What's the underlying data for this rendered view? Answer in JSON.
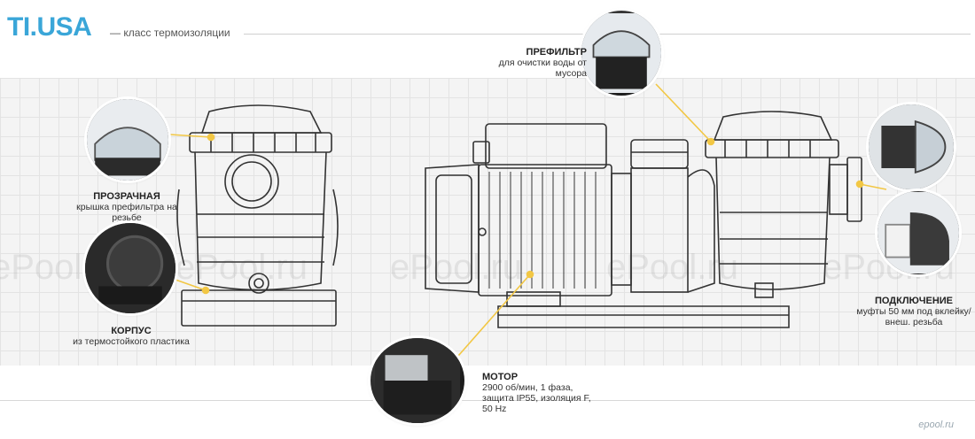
{
  "header": {
    "brand": "TI.USA",
    "subtitle": "— класс термоизоляции"
  },
  "watermark": {
    "texts": [
      "ePool.ru",
      "ePool.ru",
      "ePool.ru",
      "ePool.ru",
      "ePool.ru"
    ],
    "corner": "epool.ru"
  },
  "callouts": {
    "prefilter": {
      "title": "ПРЕФИЛЬТР",
      "desc_1": "для очистки воды от",
      "desc_2": "мусора"
    },
    "lid": {
      "title": "ПРОЗРАЧНАЯ",
      "desc_1": "крышка префильтра на",
      "desc_2": "резьбе"
    },
    "body": {
      "title": "КОРПУС",
      "desc_1": "из термостойкого пластика"
    },
    "connection": {
      "title": "ПОДКЛЮЧЕНИЕ",
      "desc_1": "муфты 50 мм под вклейку/",
      "desc_2": "внеш. резьба"
    },
    "motor": {
      "title": "МОТОР",
      "desc_1": "2900 об/мин, 1 фаза,",
      "desc_2": "защита IP55, изоляция F,",
      "desc_3": "50 Hz"
    }
  },
  "colors": {
    "brand": "#3aa6d8",
    "accent_line": "#f2c744",
    "drawing": "#333333"
  }
}
